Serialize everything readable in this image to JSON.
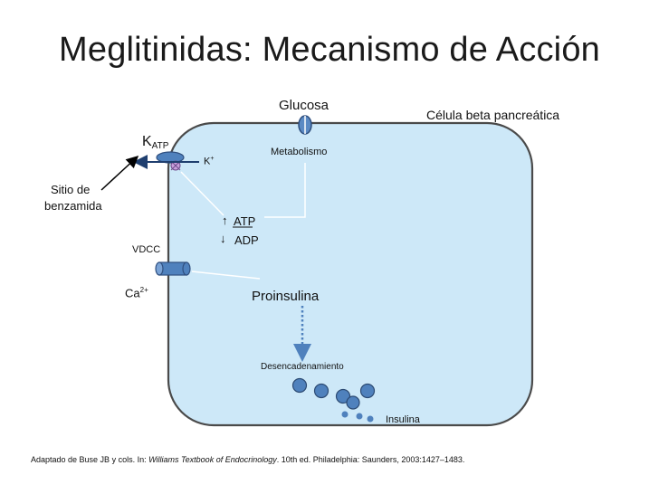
{
  "title": "Meglitinidas: Mecanismo de Acción",
  "labels": {
    "glucosa": "Glucosa",
    "celula": "Célula beta pancreática",
    "katp_main": "K",
    "katp_sub": "ATP",
    "k_ion_main": "K",
    "k_ion_sup": "+",
    "metabolismo": "Metabolismo",
    "sitio_line1": "Sitio de",
    "sitio_line2": "benzamida",
    "atp": "ATP",
    "adp": "ADP",
    "arrow_up": "↑",
    "arrow_down": "↓",
    "vdcc": "VDCC",
    "ca_main": "Ca",
    "ca_sup": "2+",
    "proinsulina": "Proinsulina",
    "desencadenamiento": "Desencadenamiento",
    "insulina": "Insulina"
  },
  "reference": {
    "prefix": "Adaptado de Buse JB y cols.  In: ",
    "book": "Williams Textbook of Endocrinology",
    "suffix": ". 10th ed. Philadelphia: Saunders, 2003:1427–1483."
  },
  "colors": {
    "cell_fill": "#cde8f8",
    "cell_stroke": "#4a4a4a",
    "channel_fill": "#4f81bd",
    "channel_stroke": "#2f4f7f",
    "receptor_fill": "#c9a0dc",
    "dotted_arrow": "#4f81bd",
    "granule_fill": "#4f81bd",
    "granule_stroke": "#2c4a73"
  }
}
